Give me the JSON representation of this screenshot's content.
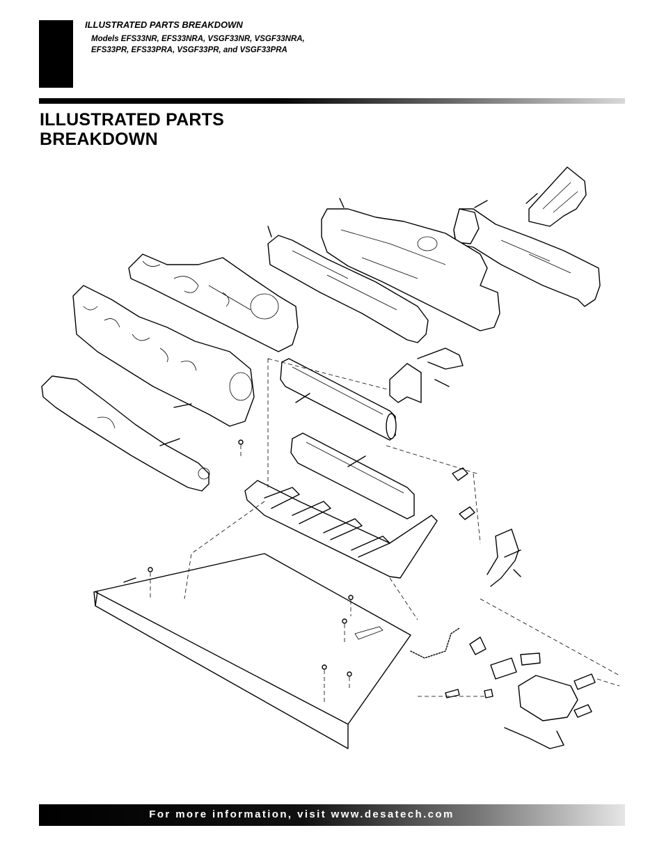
{
  "header": {
    "section_title": "ILLUSTRATED PARTS BREAKDOWN",
    "models_line1": "Models EFS33NR, EFS33NRA, VSGF33NR, VSGF33NRA,",
    "models_line2": "EFS33PR, EFS33PRA, VSGF33PR, and VSGF33PRA"
  },
  "page": {
    "title_line1": "ILLUSTRATED PARTS",
    "title_line2": "BREAKDOWN"
  },
  "footer": {
    "text": "For more information, visit www.desatech.com"
  },
  "colors": {
    "ink": "#000000",
    "paper": "#ffffff"
  }
}
